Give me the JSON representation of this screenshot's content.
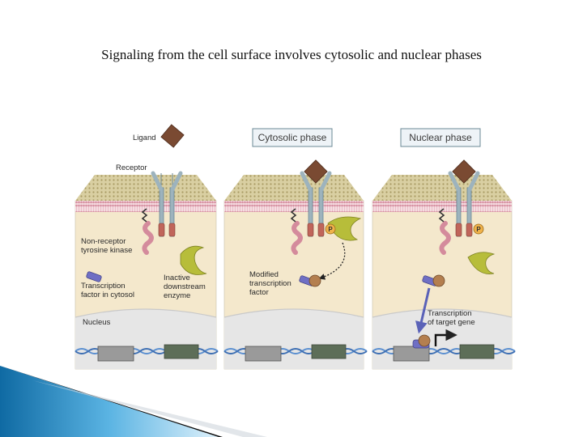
{
  "slide": {
    "title": "Signaling from the cell surface involves cytosolic and nuclear phases"
  },
  "panels": {
    "p1": {
      "ligand": "Ligand",
      "receptor": "Receptor",
      "kinase_l1": "Non-receptor",
      "kinase_l2": "tyrosine kinase",
      "tf_l1": "Transcription",
      "tf_l2": "factor in cytosol",
      "enz_l1": "Inactive",
      "enz_l2": "downstream",
      "enz_l3": "enzyme",
      "nucleus": "Nucleus"
    },
    "p2": {
      "header": "Cytosolic phase",
      "mod_l1": "Modified",
      "mod_l2": "transcription",
      "mod_l3": "factor",
      "phospho": "P"
    },
    "p3": {
      "header": "Nuclear phase",
      "tx_l1": "Transcription",
      "tx_l2": "of target gene",
      "phospho": "P"
    }
  },
  "colors": {
    "membrane_pink": "#e9b9c4",
    "cytosol": "#f4e8cc",
    "nucleus": "#e6e6e6",
    "ligand": "#7a4a32",
    "enzyme": "#b7bd3a",
    "tf": "#6f6fc4",
    "dna": "#5b8fd0",
    "gene_gray": "#9a9a9a",
    "gene_green": "#5d6e58"
  }
}
